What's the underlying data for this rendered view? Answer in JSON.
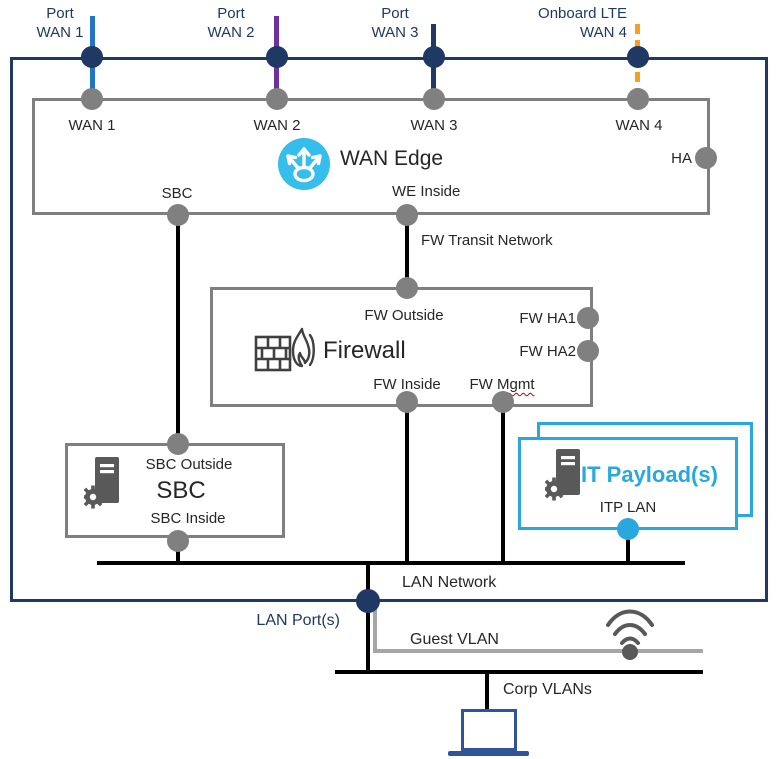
{
  "colors": {
    "outer_box": "#1F3864",
    "device_box_border": "#7F7F7F",
    "node_gray": "#808080",
    "node_navy": "#1F3864",
    "wan_edge_icon_bg": "#35BDEC",
    "itp_accent": "#29A8E0",
    "wan1_line": "#2176C4",
    "wan2_line": "#7030A0",
    "wan3_line": "#1F3864",
    "wan4_line": "#F9A01B",
    "guest_line": "#A6A6A6",
    "laptop": "#2E5597",
    "icon_gray": "#595959"
  },
  "ports": [
    {
      "line1": "Port",
      "line2": "WAN 1",
      "inner_label": "WAN 1"
    },
    {
      "line1": "Port",
      "line2": "WAN 2",
      "inner_label": "WAN 2"
    },
    {
      "line1": "Port",
      "line2": "WAN 3",
      "inner_label": "WAN 3"
    },
    {
      "line1": "Onboard LTE",
      "line2": "WAN 4",
      "inner_label": "WAN 4"
    }
  ],
  "wan_edge": {
    "title": "WAN Edge",
    "sbc_port_label": "SBC",
    "we_inside_label": "WE Inside",
    "ha_label": "HA"
  },
  "firewall": {
    "title": "Firewall",
    "outside_label": "FW Outside",
    "ha1_label": "FW HA1",
    "ha2_label": "FW HA2",
    "inside_label": "FW Inside",
    "mgmt_prefix": "FW ",
    "mgmt_word": "Mgmt"
  },
  "sbc": {
    "title": "SBC",
    "outside_label": "SBC Outside",
    "inside_label": "SBC Inside"
  },
  "it_payload": {
    "title": "IT Payload(s)",
    "lan_label": "ITP LAN"
  },
  "links": {
    "fw_transit_label": "FW Transit Network",
    "lan_network_label": "LAN Network",
    "lan_port_label": "LAN Port(s)",
    "guest_vlan_label": "Guest VLAN",
    "corp_vlans_label": "Corp VLANs"
  },
  "icons": {
    "wan_edge": "branch-arrows-icon",
    "firewall": "firewall-icon",
    "sbc": "server-gear-icon",
    "it_payload": "server-gear-icon",
    "wifi": "wifi-icon",
    "laptop": "laptop-icon"
  }
}
